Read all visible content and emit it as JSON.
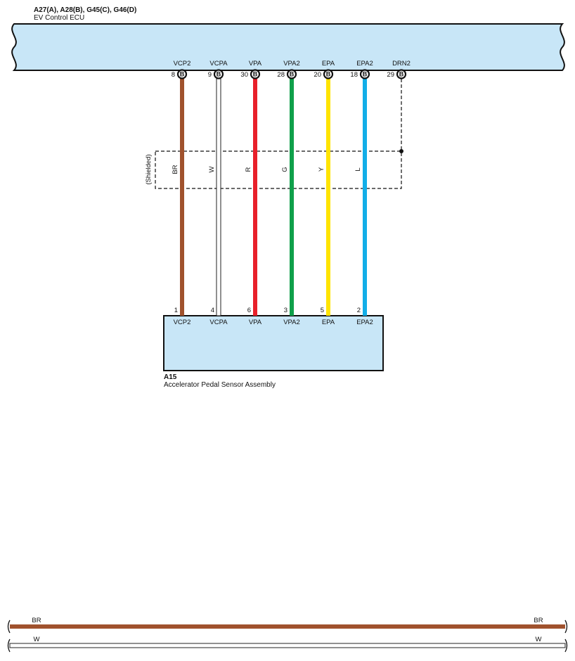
{
  "ecu": {
    "connectors": "A27(A), A28(B), G45(C), G46(D)",
    "name": "EV Control ECU",
    "body_color": "#c8e6f7"
  },
  "sensor": {
    "code": "A15",
    "name": "Accelerator Pedal Sensor Assembly",
    "body_color": "#c8e6f7"
  },
  "shield_label": "(Shielded)",
  "wires": [
    {
      "ecu_pin": "VCP2",
      "ecu_num": "8",
      "conn": "B",
      "color_code": "BR",
      "color": "#a0522d",
      "sensor_num": "1",
      "sensor_pin": "VCP2"
    },
    {
      "ecu_pin": "VCPA",
      "ecu_num": "9",
      "conn": "B",
      "color_code": "W",
      "color": "#ffffff",
      "sensor_num": "4",
      "sensor_pin": "VCPA"
    },
    {
      "ecu_pin": "VPA",
      "ecu_num": "30",
      "conn": "B",
      "color_code": "R",
      "color": "#e8202a",
      "sensor_num": "6",
      "sensor_pin": "VPA"
    },
    {
      "ecu_pin": "VPA2",
      "ecu_num": "28",
      "conn": "B",
      "color_code": "G",
      "color": "#0fa04a",
      "sensor_num": "3",
      "sensor_pin": "VPA2"
    },
    {
      "ecu_pin": "EPA",
      "ecu_num": "20",
      "conn": "B",
      "color_code": "Y",
      "color": "#ffe400",
      "sensor_num": "5",
      "sensor_pin": "EPA"
    },
    {
      "ecu_pin": "EPA2",
      "ecu_num": "18",
      "conn": "B",
      "color_code": "L",
      "color": "#12aee8",
      "sensor_num": "2",
      "sensor_pin": "EPA2"
    }
  ],
  "drain": {
    "ecu_pin": "DRN2",
    "ecu_num": "29",
    "conn": "B"
  },
  "bottom_wires": [
    {
      "color_code": "BR",
      "color": "#a0522d"
    },
    {
      "color_code": "W",
      "color": "#ffffff"
    }
  ]
}
